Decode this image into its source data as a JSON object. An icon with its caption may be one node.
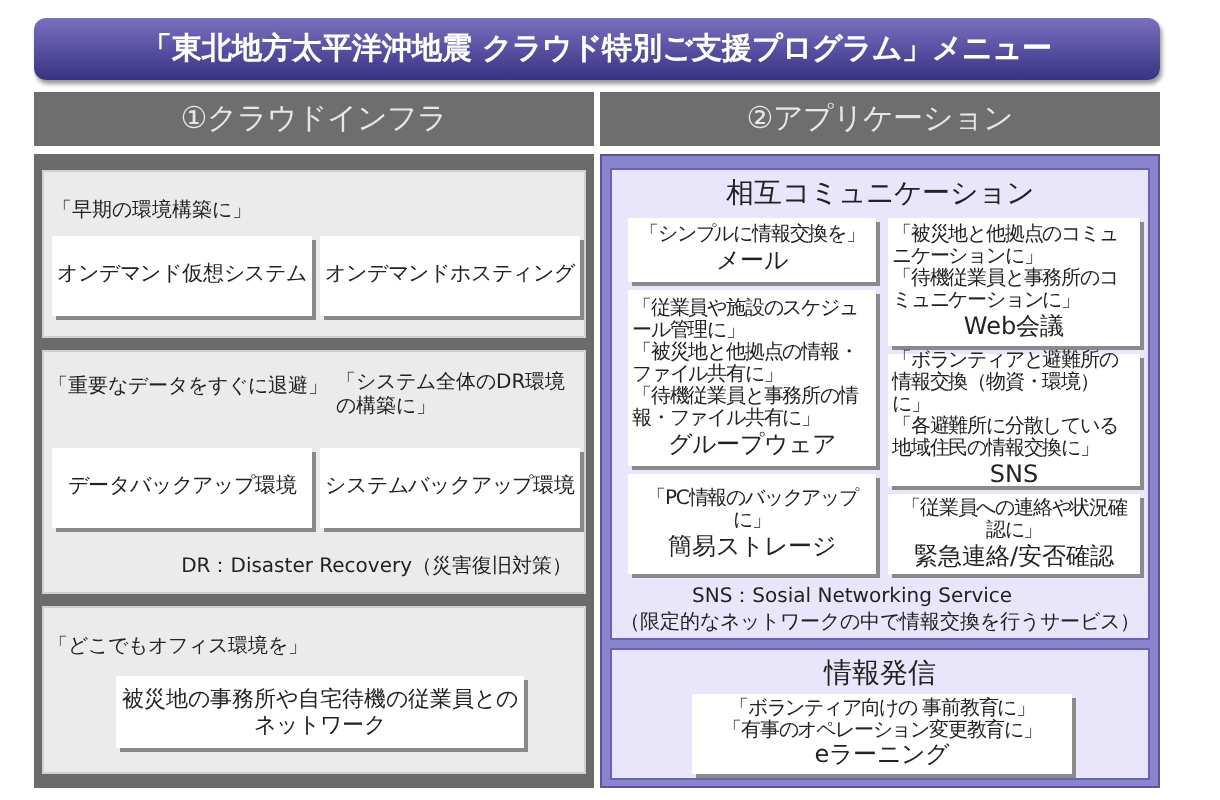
{
  "diagram": {
    "title": "「東北地方太平洋沖地震 クラウド特別ご支援プログラム」メニュー",
    "nodes": [
      {
        "text": [
          "①クラウドインフラ"
        ]
      },
      {
        "text": [],
        "shape": "box"
      },
      {
        "text": [
          "「早期の環境構築に」"
        ],
        "in": 1
      },
      {
        "text": [
          "オンデマンド仮想システム"
        ],
        "in": 2
      },
      {
        "text": [
          "オンデマンドホスティング"
        ],
        "in": 2
      },
      {
        "text": [
          "「重要なデータをすぐに退避」",
          "「システム全体のDR環境の構築に」",
          "DR：Disaster Recovery（災害復旧対策）"
        ],
        "in": 1
      },
      {
        "text": [
          "データバックアップ環境"
        ],
        "in": 5
      },
      {
        "text": [
          "システムバックアップ環境"
        ],
        "in": 5
      },
      {
        "text": [
          "「どこでもオフィス環境を」"
        ],
        "in": 1
      },
      {
        "text": [
          "被災地の事務所や自宅待機の従業員とのネットワーク"
        ],
        "in": 8
      },
      {
        "text": [
          "②アプリケーション"
        ]
      },
      {
        "text": [],
        "shape": "box"
      },
      {
        "text": [
          "相互コミュニケーション",
          "SNS：Sosial Networking Service",
          "（限定的なネットワークの中で情報交換を行うサービス）"
        ],
        "in": 11
      },
      {
        "text": [
          "「シンプルに情報交換を」",
          "メール"
        ],
        "in": 12
      },
      {
        "text": [
          "「従業員や施設のスケジュール管理に」",
          "「被災地と他拠点の情報・ファイル共有に」",
          "「待機従業員と事務所の情報・ファイル共有に」",
          "グループウェア"
        ],
        "in": 12
      },
      {
        "text": [
          "「PC情報のバックアップに」",
          "簡易ストレージ"
        ],
        "in": 12
      },
      {
        "text": [
          "「被災地と他拠点のコミュニケーションに」",
          "「待機従業員と事務所のコミュニケーションに」",
          "Web会議"
        ],
        "in": 12
      },
      {
        "text": [
          "「ボランティアと避難所の情報交換（物資・環境）に」",
          "「各避難所に分散している地域住民の情報交換に」",
          "SNS"
        ],
        "in": 12
      },
      {
        "text": [
          "「従業員への連絡や状況確認に」",
          "緊急連絡/安否確認"
        ],
        "in": 12
      },
      {
        "text": [
          "情報発信"
        ],
        "in": 11
      },
      {
        "text": [
          "「ボランティア向けの 事前教育に」",
          "「有事のオペレーション変更教育に」",
          "eラーニング"
        ],
        "in": 19
      }
    ]
  }
}
